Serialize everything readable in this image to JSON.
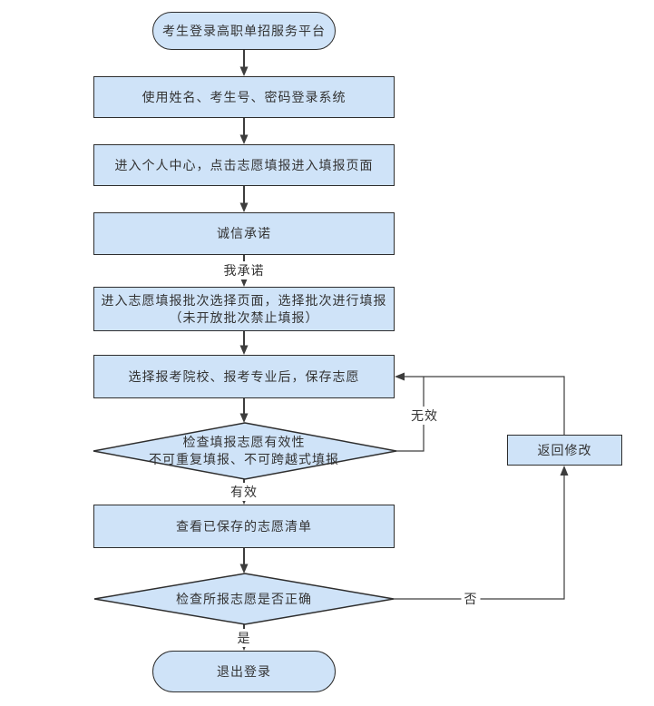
{
  "colors": {
    "node_fill": "#cfe3f8",
    "node_stroke": "#2e2e2e",
    "line_color": "#3d3d3d",
    "text_color": "#333333",
    "page_bg": "#ffffff"
  },
  "nodes": {
    "start": {
      "label": "考生登录高职单招服务平台"
    },
    "login": {
      "label": "使用姓名、考生号、密码登录系统"
    },
    "personal_center": {
      "label": "进入个人中心，点击志愿填报进入填报页面"
    },
    "integrity": {
      "label": "诚信承诺"
    },
    "batch_select": {
      "line1": "进入志愿填报批次选择页面，选择批次进行填报",
      "line2": "（未开放批次禁止填报）"
    },
    "choose_school": {
      "label": "选择报考院校、报考专业后，保存志愿"
    },
    "check_validity": {
      "line1": "检查填报志愿有效性",
      "line2": "不可重复填报、不可跨越式填报"
    },
    "view_saved": {
      "label": "查看已保存的志愿清单"
    },
    "check_correct": {
      "label": "检查所报志愿是否正确"
    },
    "return_modify": {
      "label": "返回修改"
    },
    "logout": {
      "label": "退出登录"
    }
  },
  "edge_labels": {
    "promise": "我承诺",
    "valid": "有效",
    "invalid": "无效",
    "yes": "是",
    "no": "否"
  }
}
